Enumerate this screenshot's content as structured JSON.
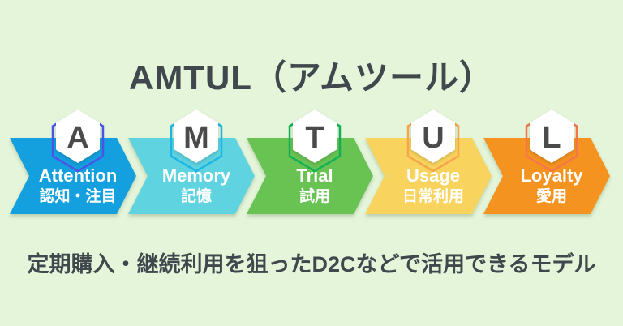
{
  "title": "AMTUL（アムツール）",
  "caption": "定期購入・継続利用を狙ったD2Cなどで活用できるモデル",
  "colors": {
    "background": "#e4f5da",
    "heading_text": "#40484d",
    "letter_text": "#4a4a4a",
    "step_text": "#ffffff"
  },
  "steps": [
    {
      "letter": "A",
      "label_en": "Attention",
      "label_ja": "認知・注目",
      "arrow_color": "#14a0de",
      "hex_border_color": "#4b54e6"
    },
    {
      "letter": "M",
      "label_en": "Memory",
      "label_ja": "記憶",
      "arrow_color": "#5fd3e0",
      "hex_border_color": "#1fb5e4"
    },
    {
      "letter": "T",
      "label_en": "Trial",
      "label_ja": "試用",
      "arrow_color": "#69c353",
      "hex_border_color": "#13b057"
    },
    {
      "letter": "U",
      "label_en": "Usage",
      "label_ja": "日常利用",
      "arrow_color": "#f8d35e",
      "hex_border_color": "#f5a54b"
    },
    {
      "letter": "L",
      "label_en": "Loyalty",
      "label_ja": "愛用",
      "arrow_color": "#f59320",
      "hex_border_color": "#f4774b"
    }
  ]
}
